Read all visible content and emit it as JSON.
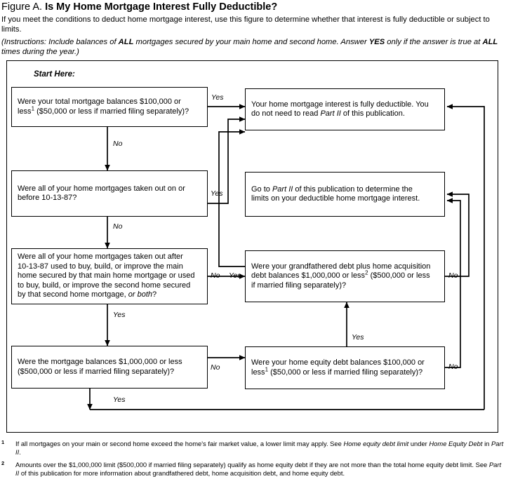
{
  "figure": {
    "label": "Figure A.",
    "title": "Is My Home Mortgage Interest Fully Deductible?",
    "intro": "If you meet the conditions to deduct home mortgage interest, use this figure to determine whether that interest is fully deductible or subject to limits.",
    "instructions_prefix": "(Instructions: Include balances of ",
    "instructions_all1": "ALL",
    "instructions_mid": " mortgages secured by your main home and second home. Answer ",
    "instructions_yes": "YES",
    "instructions_mid2": " only if the answer is true at ",
    "instructions_all2": "ALL",
    "instructions_suffix": " times during the year.)",
    "start_here": "Start Here:"
  },
  "nodes": {
    "q1": {
      "id": "q1",
      "line1": "Were your total mortgage balances $100,000 or",
      "marker": "1",
      "line2": " ($50,000 or less if married filing separately)?",
      "lead2": "less"
    },
    "q2": {
      "id": "q2",
      "line1": "Were all of your home mortgages taken out on or",
      "line2": "before 10-13-87?"
    },
    "q3": {
      "id": "q3",
      "line1": "Were all of your home mortgages taken out after",
      "line2": "10-13-87 used to buy, build, or improve the main",
      "line3": "home secured by that main home mortgage or used",
      "line4": "to buy, build, or improve the second home secured",
      "line5_a": "by that second home mortgage, ",
      "line5_em": "or both",
      "line5_b": "?"
    },
    "q4": {
      "id": "q4",
      "line1": "Were the mortgage balances $1,000,000 or less",
      "line2": "($500,000 or less if married filing separately)?"
    },
    "q5": {
      "id": "q5",
      "line1_a": "Were your grandfathered debt plus home acquisition",
      "line2_a": "debt balances $1,000,000 or less",
      "marker": "2",
      "line2_b": " ($500,000 or less",
      "line3": "if married filing separately)?"
    },
    "q6": {
      "id": "q6",
      "line1": "Were your home equity debt balances $100,000 or",
      "lead2": "less",
      "marker": "1",
      "line2": " ($50,000 or less if married filing separately)?"
    },
    "r1": {
      "id": "r1",
      "line1": "Your home mortgage interest is fully deductible.  You",
      "line2_a": "do not need to read ",
      "line2_em": "Part II",
      "line2_b": " of this publication."
    },
    "r2": {
      "id": "r2",
      "line1_a": "Go to ",
      "line1_em": "Part II",
      "line1_b": " of this publication to determine the",
      "line2": "limits on your deductible home mortgage interest."
    }
  },
  "edge_labels": {
    "q1_yes": "Yes",
    "q1_no": "No",
    "q2_yes": "Yes",
    "q2_no": "No",
    "q3_no": "No",
    "q3_yes": "Yes",
    "q5_yes": "Yes",
    "q5_no": "No",
    "q4_no": "No",
    "q4_yes": "Yes",
    "q6_yes": "Yes",
    "q6_no": "No"
  },
  "footnotes": [
    {
      "marker": "1",
      "text_a": "If all mortgages on your main or second home exceed the home's fair market value, a lower limit may apply. See ",
      "em1": "Home equity debt limit",
      "text_b": " under ",
      "em2": "Home Equity Debt",
      "text_c": " in ",
      "em3": "Part II",
      "text_d": "."
    },
    {
      "marker": "2",
      "text_a": "Amounts over the $1,000,000 limit ($500,000 if married filing separately) qualify as home equity debt if they are not more than the total home equity debt limit. See ",
      "em1": "Part II",
      "text_b": " of this publication for more information about grandfathered debt, home acquisition debt, and home equity debt."
    }
  ],
  "colors": {
    "stroke": "#000000",
    "background": "#ffffff"
  }
}
